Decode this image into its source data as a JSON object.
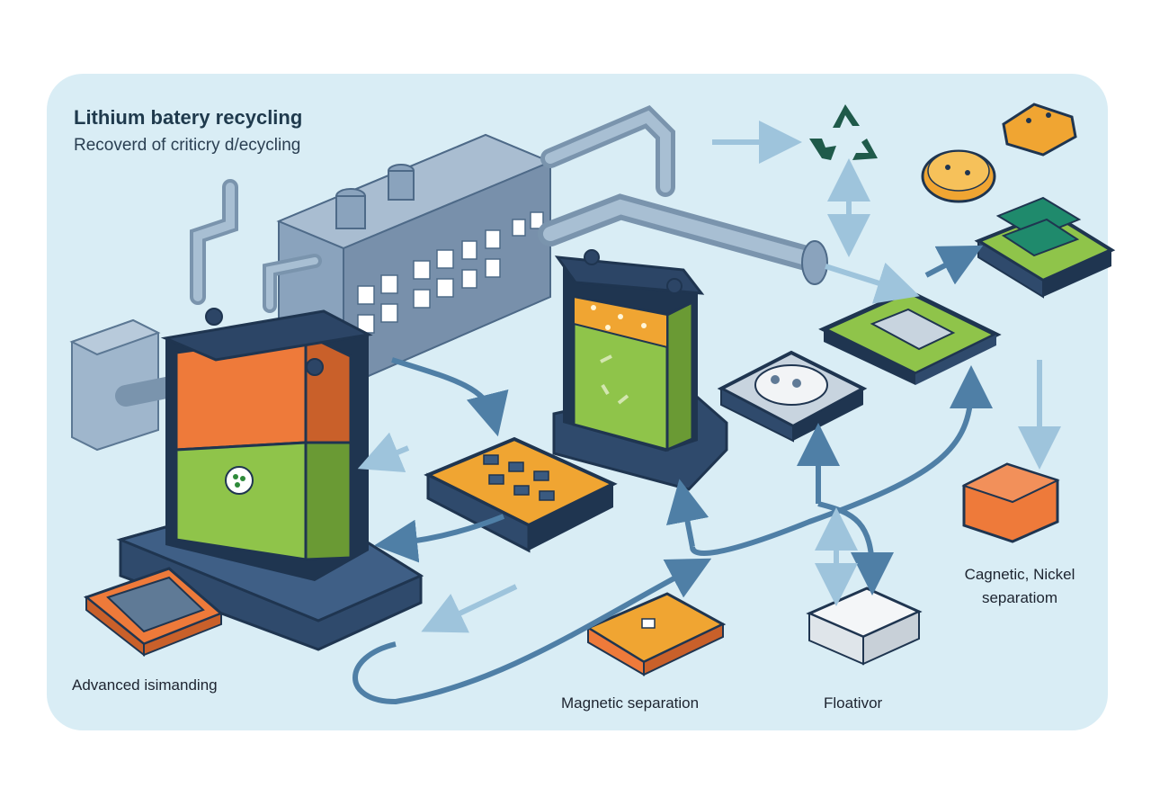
{
  "diagram": {
    "title": "Lithium batery recycling",
    "subtitle": "Recoverd of criticry d/ecycling",
    "labels": {
      "dismantling": "Advanced isimanding",
      "magnetic": "Magnetic separation",
      "flotation": "Floativor",
      "nickel_line1": "Cagnetic, Nickel",
      "nickel_line2": "separatiom"
    }
  },
  "icons": [
    "recycle-icon"
  ],
  "colors": {
    "panel": "#d9edf5",
    "outline": "#1f3550",
    "machine": "#8aa3bd",
    "pipe": "#7a94ad",
    "arrow": "#4f7fa6",
    "arrow_light": "#9ec4dc",
    "green": "#8fc44a",
    "orange": "#ee7a3a",
    "amber": "#f0a532",
    "teal": "#1f8a6c"
  }
}
